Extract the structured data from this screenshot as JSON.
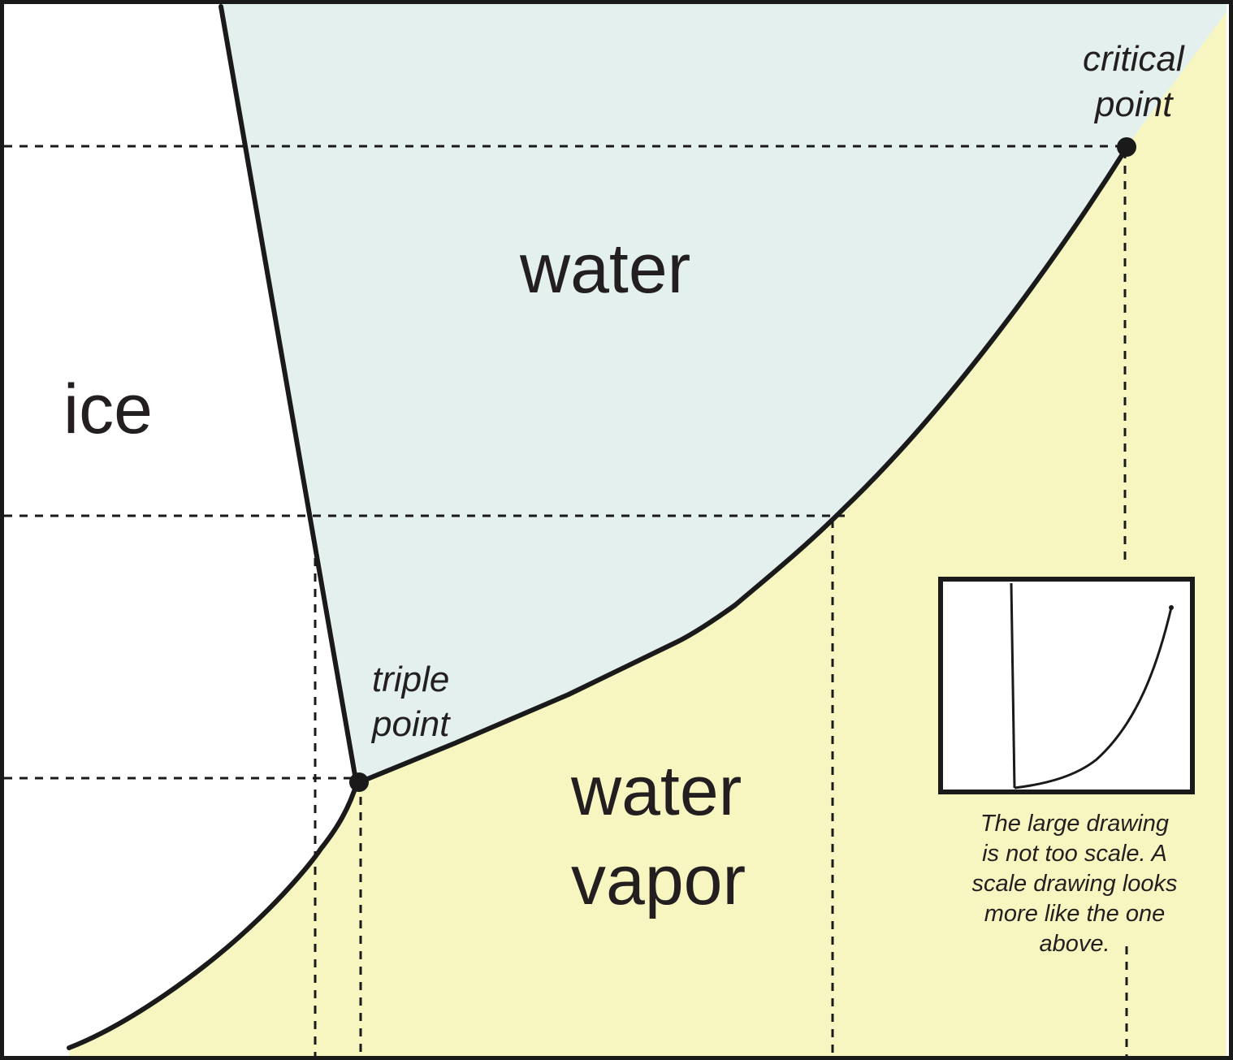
{
  "regions": {
    "ice": "ice",
    "water": "water",
    "vapor_line1": "water",
    "vapor_line2": "vapor"
  },
  "points": {
    "critical_line1": "critical",
    "critical_line2": "point",
    "triple_line1": "triple",
    "triple_line2": "point"
  },
  "note": {
    "line1": "The large drawing",
    "line2": "is not too scale.  A",
    "line3": "scale drawing looks",
    "line4": "more like the one",
    "line5": "above."
  },
  "colors": {
    "liquid_fill": "#e3f0ee",
    "vapor_fill": "#f7f6c0",
    "solid_fill": "#ffffff",
    "curve": "#1a1a1a",
    "text": "#231f20"
  }
}
